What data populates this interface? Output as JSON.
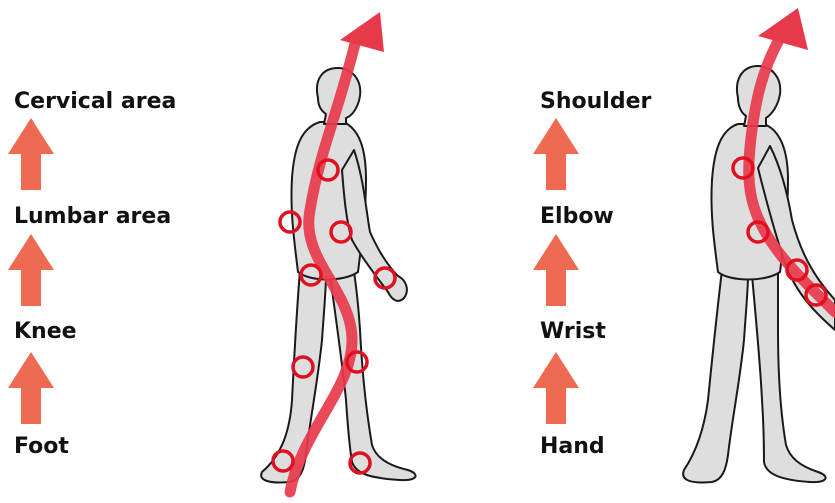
{
  "left_chain": {
    "labels": [
      "Cervical area",
      "Lumbar area",
      "Knee",
      "Foot"
    ]
  },
  "right_chain": {
    "labels": [
      "Shoulder",
      "Elbow",
      "Wrist",
      "Hand"
    ]
  },
  "colors": {
    "step_arrow": "#ee6a50",
    "flow_line": "#e8394b",
    "joint_ring": "#e01020",
    "body_fill": "#dedede",
    "body_outline": "#1a1a1a"
  }
}
